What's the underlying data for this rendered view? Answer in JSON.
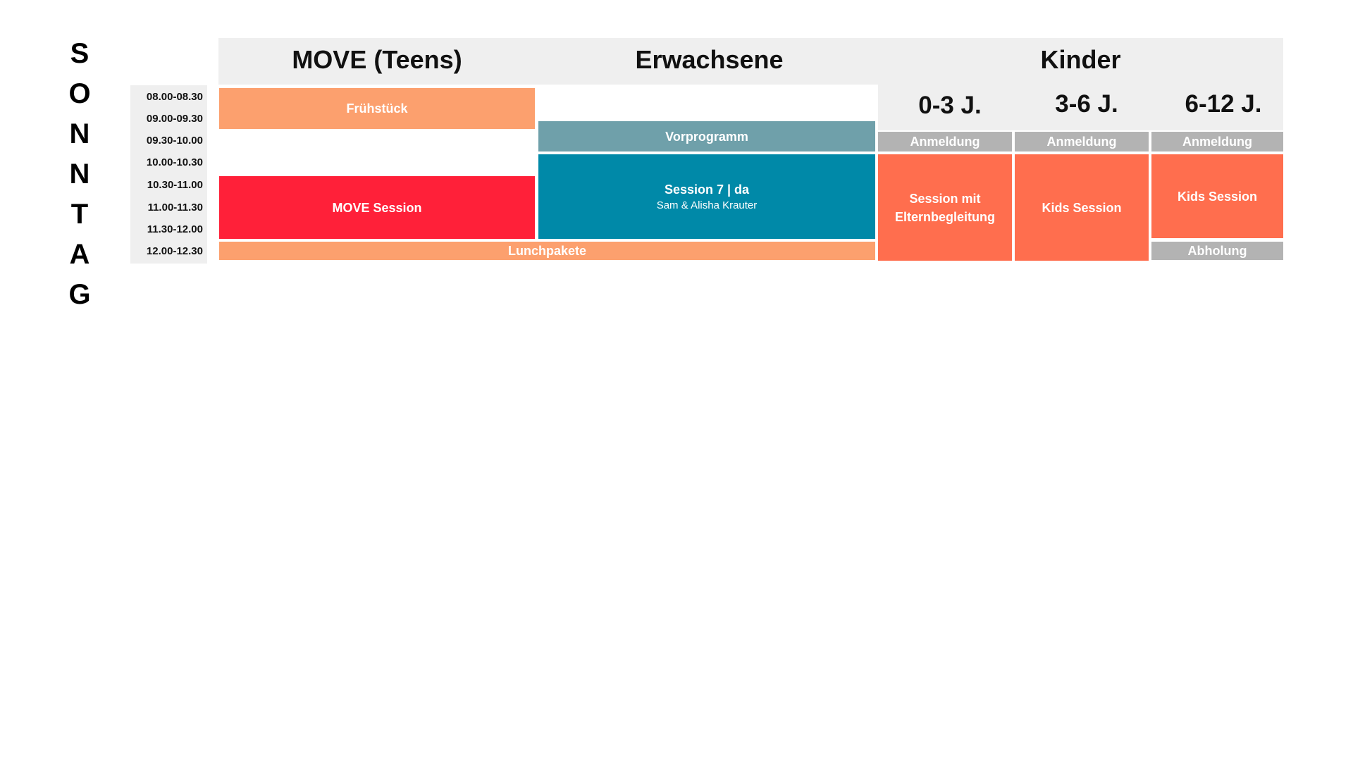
{
  "day": {
    "letters": [
      "S",
      "O",
      "N",
      "N",
      "T",
      "A",
      "G"
    ]
  },
  "times": [
    "08.00-08.30",
    "09.00-09.30",
    "09.30-10.00",
    "10.00-10.30",
    "10.30-11.00",
    "11.00-11.30",
    "11.30-12.00",
    "12.00-12.30"
  ],
  "columns": {
    "teens": "MOVE (Teens)",
    "adults": "Erwachsene",
    "kids": "Kinder",
    "kids_ages": [
      "0-3 J.",
      "3-6 J.",
      "6-12 J."
    ]
  },
  "events": {
    "fruehstueck": "Frühstück",
    "vorprogramm": "Vorprogramm",
    "move_session": "MOVE Session",
    "session7_title": "Session 7 | da",
    "session7_speakers": "Sam & Alisha Krauter",
    "lunchpakete": "Lunchpakete",
    "anmeldung": "Anmeldung",
    "session_eltern": "Session mit Elternbegleitung",
    "kids_session": "Kids Session",
    "abholung": "Abholung"
  },
  "colors": {
    "header_bg": "#efefef",
    "fruehstueck": "#fca06e",
    "lunch": "#fca06e",
    "vorprogramm": "#6fa0aa",
    "move_session": "#ff2039",
    "session7": "#0089a8",
    "kids_session": "#ff6e4e",
    "grey_block": "#b3b3b3"
  }
}
